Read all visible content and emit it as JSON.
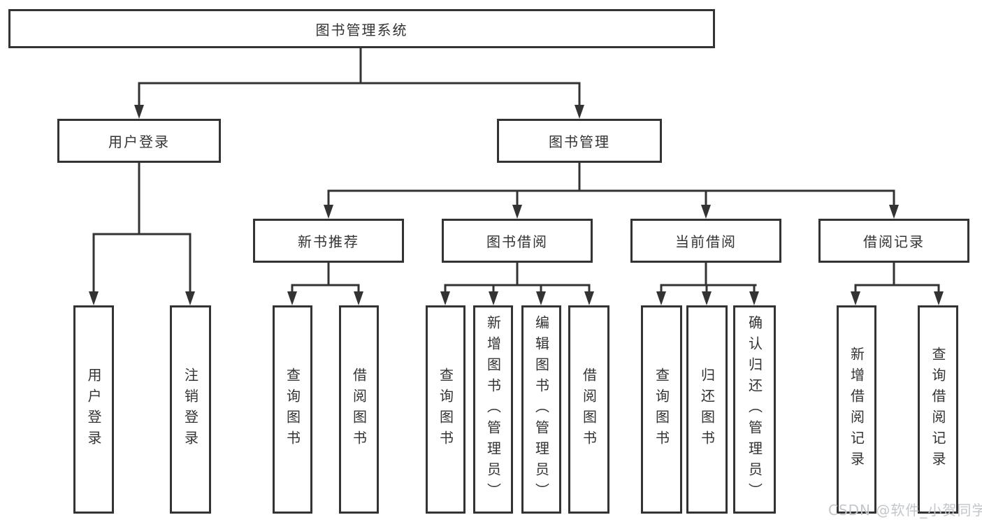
{
  "diagram": {
    "root": {
      "label": "图书管理系统"
    },
    "level2": [
      {
        "label": "用户登录"
      },
      {
        "label": "图书管理"
      }
    ],
    "level3": [
      {
        "label": "新书推荐",
        "parent": "图书管理"
      },
      {
        "label": "图书借阅",
        "parent": "图书管理"
      },
      {
        "label": "当前借阅",
        "parent": "图书管理"
      },
      {
        "label": "借阅记录",
        "parent": "图书管理"
      }
    ],
    "leaves": [
      {
        "label": "用户登录",
        "parent": "用户登录"
      },
      {
        "label": "注销登录",
        "parent": "用户登录"
      },
      {
        "label": "查询图书",
        "parent": "新书推荐"
      },
      {
        "label": "借阅图书",
        "parent": "新书推荐"
      },
      {
        "label": "查询图书",
        "parent": "图书借阅"
      },
      {
        "label": "新增图书（管理员）",
        "parent": "图书借阅"
      },
      {
        "label": "编辑图书（管理员）",
        "parent": "图书借阅"
      },
      {
        "label": "借阅图书",
        "parent": "图书借阅"
      },
      {
        "label": "查询图书",
        "parent": "当前借阅"
      },
      {
        "label": "归还图书",
        "parent": "当前借阅"
      },
      {
        "label": "确认归还（管理员）",
        "parent": "当前借阅"
      },
      {
        "label": "新增借阅记录",
        "parent": "借阅记录"
      },
      {
        "label": "查询借阅记录",
        "parent": "借阅记录"
      }
    ],
    "watermark": "CSDN @软件_小贺同学",
    "colors": {
      "line": "#333333",
      "text": "#333333",
      "box_background": "#ffffff",
      "watermark": "#c3c6ca",
      "background": "#ffffff"
    }
  }
}
